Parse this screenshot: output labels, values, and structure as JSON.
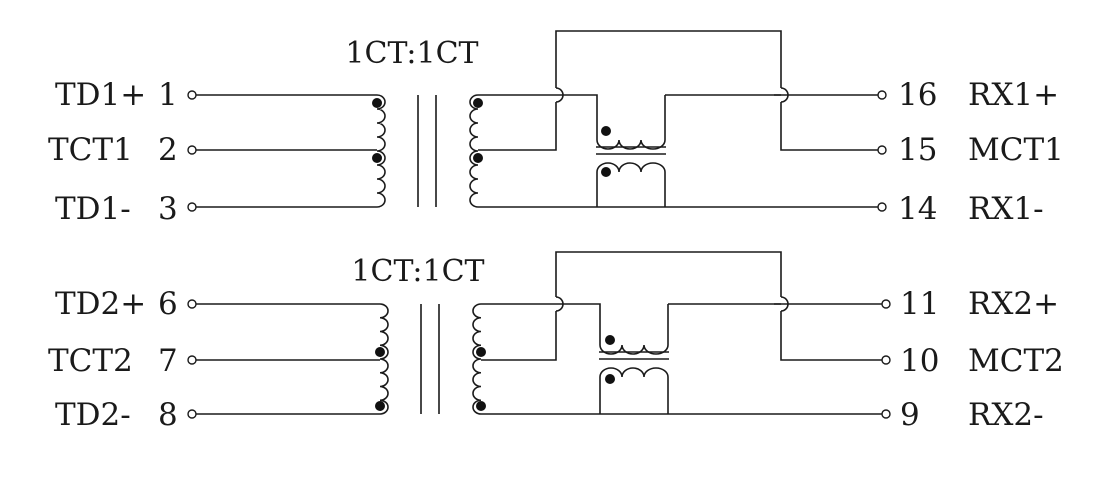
{
  "ratio_top": "1CT:1CT",
  "ratio_bottom": "1CT:1CT",
  "left": {
    "td1p": {
      "name": "TD1+",
      "num": "1"
    },
    "tct1": {
      "name": "TCT1",
      "num": "2"
    },
    "td1m": {
      "name": "TD1-",
      "num": "3"
    },
    "td2p": {
      "name": "TD2+",
      "num": "6"
    },
    "tct2": {
      "name": "TCT2",
      "num": "7"
    },
    "td2m": {
      "name": "TD2-",
      "num": "8"
    }
  },
  "right": {
    "rx1p": {
      "name": "RX1+",
      "num": "16"
    },
    "mct1": {
      "name": "MCT1",
      "num": "15"
    },
    "rx1m": {
      "name": "RX1-",
      "num": "14"
    },
    "rx2p": {
      "name": "RX2+",
      "num": "11"
    },
    "mct2": {
      "name": "MCT2",
      "num": "10"
    },
    "rx2m": {
      "name": "RX2-",
      "num": "9"
    }
  },
  "colors": {
    "line": "#1a1a1a",
    "background": "#ffffff"
  }
}
